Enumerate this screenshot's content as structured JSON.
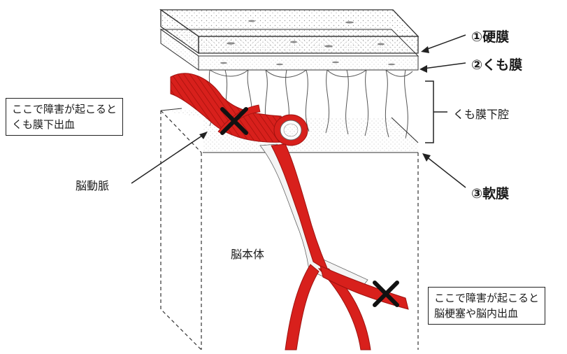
{
  "layers": {
    "dura": "①硬膜",
    "arachnoid": "②くも膜",
    "subarachnoid_space": "くも膜下腔",
    "pia": "③軟膜"
  },
  "labels": {
    "cerebral_artery": "脳動脈",
    "brain_body": "脳本体"
  },
  "callouts": {
    "upper": {
      "line1": "ここで障害が起こると",
      "line2": "くも膜下出血"
    },
    "lower": {
      "line1": "ここで障害が起こると",
      "line2": "脳梗塞や脳内出血"
    }
  },
  "colors": {
    "artery": "#d8201c",
    "artery_dark": "#9e1210",
    "stipple": "#8a8a8a",
    "outline": "#333333",
    "cross": "#111111"
  }
}
